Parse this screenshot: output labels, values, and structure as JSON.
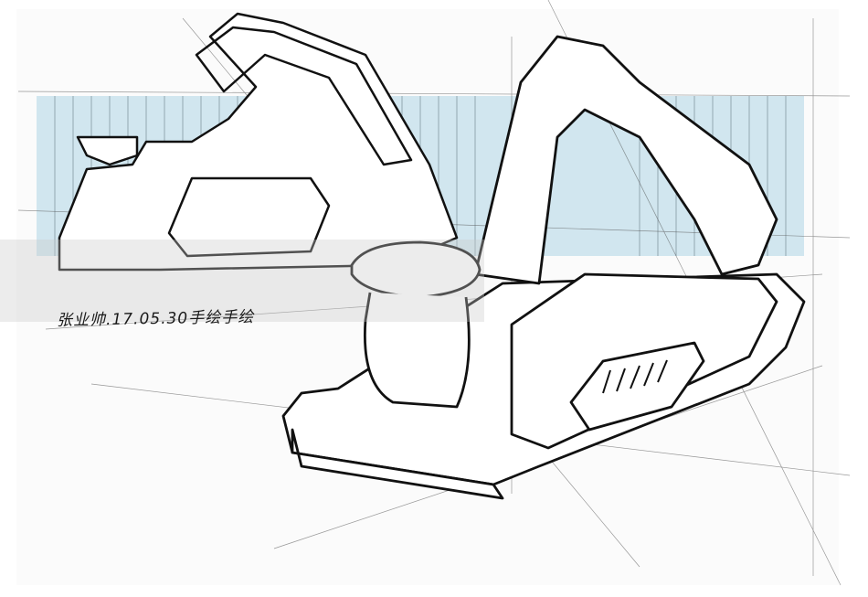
{
  "image": {
    "subject": "hand-drawn perspective sketch of an electric planer",
    "style": "pen line drawing with light blue marker background stripe",
    "colors": {
      "paper": "#fbfbfb",
      "ink": "#111111",
      "marker_blue": "#c9e2ec",
      "watermark_band": "#d0d0d0"
    }
  },
  "annotation": {
    "caption": "张业帅.17.05.30手绘手绘"
  }
}
